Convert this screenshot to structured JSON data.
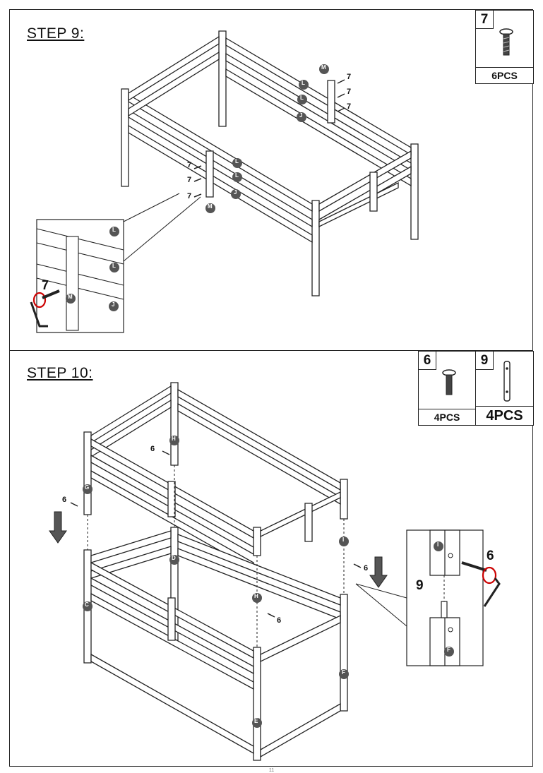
{
  "step9": {
    "title": "STEP 9:",
    "part": {
      "number": "7",
      "quantity": "6PCS",
      "icon": "bolt-icon"
    },
    "callouts": [
      "M",
      "L",
      "L",
      "J",
      "L",
      "L",
      "J",
      "M"
    ],
    "screw_labels": [
      "7",
      "7",
      "7",
      "7",
      "7",
      "7"
    ],
    "detail": {
      "tool_label": "7",
      "callouts": [
        "L",
        "L",
        "M",
        "J"
      ],
      "icon": "allen-key-icon"
    }
  },
  "step10": {
    "title": "STEP 10:",
    "parts": [
      {
        "number": "6",
        "quantity": "4PCS",
        "icon": "bolt-icon"
      },
      {
        "number": "9",
        "quantity": "4PCS",
        "icon": "dowel-pin-icon"
      }
    ],
    "post_labels": [
      "H",
      "G",
      "I",
      "D",
      "C",
      "H",
      "E",
      "F"
    ],
    "screw_labels": [
      "6",
      "6",
      "6",
      "6"
    ],
    "detail": {
      "bolt_label": "6",
      "dowel_label": "9",
      "callouts": [
        "I",
        "F"
      ],
      "icon": "allen-key-icon"
    }
  },
  "page": {
    "footer": "11"
  }
}
